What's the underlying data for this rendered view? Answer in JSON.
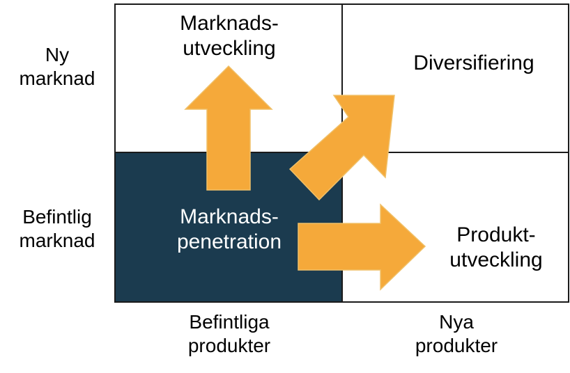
{
  "colors": {
    "border": "#1a1a1a",
    "dark_fill": "#1b3b4f",
    "arrow": "#f5a93a",
    "arrow_stroke": "#f0c068",
    "text": "#000000",
    "text_on_dark": "#ffffff"
  },
  "quadrants": {
    "top_left": {
      "line1": "Marknads-",
      "line2": "utveckling"
    },
    "top_right": {
      "line1": "Diversifiering"
    },
    "bottom_left": {
      "line1": "Marknads-",
      "line2": "penetration"
    },
    "bottom_right": {
      "line1": "Produkt-",
      "line2": "utveckling"
    }
  },
  "y_axis": {
    "top": {
      "line1": "Ny",
      "line2": "marknad"
    },
    "bottom": {
      "line1": "Befintlig",
      "line2": "marknad"
    }
  },
  "x_axis": {
    "left": {
      "line1": "Befintliga",
      "line2": "produkter"
    },
    "right": {
      "line1": "Nya",
      "line2": "produkter"
    }
  },
  "arrows": [
    "arrow-up",
    "arrow-diagonal",
    "arrow-right"
  ]
}
